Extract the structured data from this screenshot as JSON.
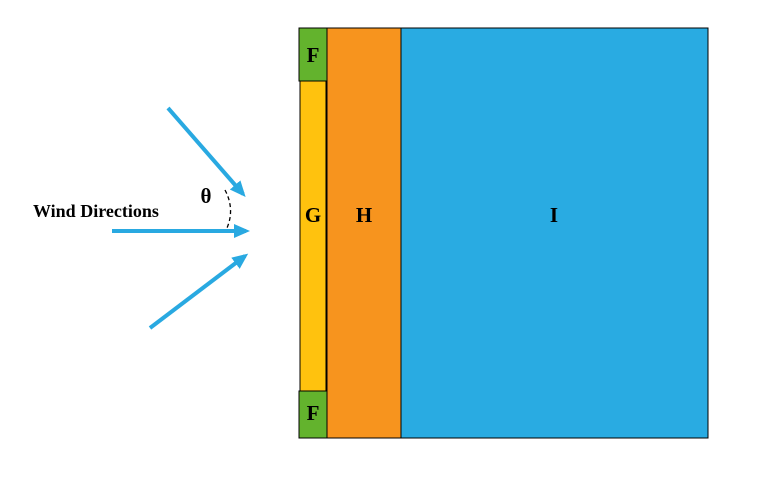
{
  "labels": {
    "wind_directions": "Wind Directions",
    "theta": "θ",
    "f_top": "F",
    "g": "G",
    "f_bottom": "F",
    "h": "H",
    "i": "I"
  },
  "colors": {
    "arrow": "#29A9E1",
    "block_f": "#63B32D",
    "block_g": "#FFC20E",
    "block_h": "#F7941E",
    "block_i": "#29ABE2",
    "outline": "#000000",
    "background": "#FFFFFF"
  }
}
